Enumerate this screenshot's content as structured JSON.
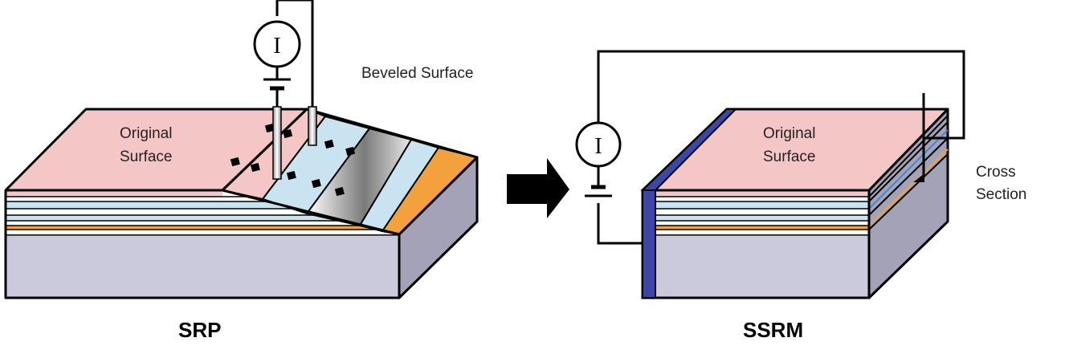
{
  "srp": {
    "title": "SRP",
    "original_surface_line1": "Original",
    "original_surface_line2": "Surface",
    "beveled_surface": "Beveled Surface",
    "meter_symbol": "I"
  },
  "ssrm": {
    "title": "SSRM",
    "original_surface_line1": "Original",
    "original_surface_line2": "Surface",
    "cross_section_line1": "Cross",
    "cross_section_line2": "Section",
    "meter_symbol": "I"
  },
  "colors": {
    "top_surface": "#f5c6c6",
    "substrate": "#cbc9dc",
    "substrate_side": "#a4a2b6",
    "layer_blue": "#c9e3f0",
    "layer_orange": "#f3a13c",
    "cross_section_edge": "#3d46a8",
    "arrow": "#000000"
  }
}
